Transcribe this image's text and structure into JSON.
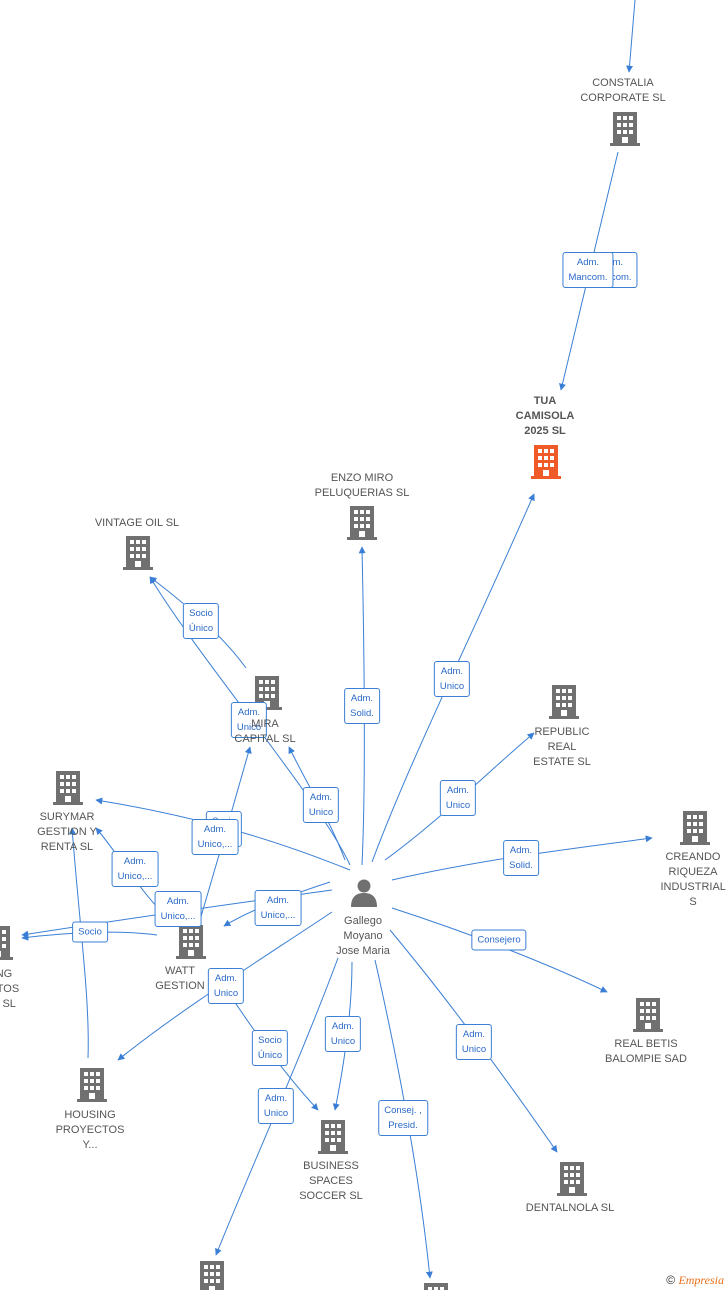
{
  "colors": {
    "edge": "#3a7fd5",
    "building": "#707070",
    "highlight": "#f05a28",
    "person": "#707070"
  },
  "person": {
    "name": "Gallego\nMoyano\nJose Maria",
    "icon": "person-icon"
  },
  "companies": [
    {
      "id": "constalia",
      "label": "CONSTALIA\nCORPORATE  SL",
      "icon": "building-icon"
    },
    {
      "id": "tua",
      "label": "TUA\nCAMISOLA\n2025  SL",
      "icon": "building-icon",
      "highlight": true
    },
    {
      "id": "enzo",
      "label": "ENZO MIRO\nPELUQUERIAS SL",
      "icon": "building-icon"
    },
    {
      "id": "vintage",
      "label": "VINTAGE OIL  SL",
      "icon": "building-icon"
    },
    {
      "id": "mira",
      "label": "MIRA\nCAPITAL  SL",
      "icon": "building-icon"
    },
    {
      "id": "republic",
      "label": "REPUBLIC\nREAL\nESTATE  SL",
      "icon": "building-icon"
    },
    {
      "id": "surymar",
      "label": "SURYMAR\nGESTION Y\nRENTA  SL",
      "icon": "building-icon"
    },
    {
      "id": "creando",
      "label": "CREANDO\nRIQUEZA\nINDUSTRIAL  S",
      "icon": "building-icon"
    },
    {
      "id": "ng",
      "label": "NG\nCTOS\nS SL",
      "icon": "building-icon"
    },
    {
      "id": "watt",
      "label": "WATT\nGESTION",
      "icon": "building-icon"
    },
    {
      "id": "betis",
      "label": "REAL BETIS\nBALOMPIE SAD",
      "icon": "building-icon"
    },
    {
      "id": "housing",
      "label": "HOUSING\nPROYECTOS\nY...",
      "icon": "building-icon"
    },
    {
      "id": "business",
      "label": "BUSINESS\nSPACES\nSOCCER  SL",
      "icon": "building-icon"
    },
    {
      "id": "dentalnola",
      "label": "DENTALNOLA SL",
      "icon": "building-icon"
    },
    {
      "id": "bottom1",
      "label": "",
      "icon": "building-icon"
    },
    {
      "id": "bottom2",
      "label": "",
      "icon": "building-icon"
    }
  ],
  "relations": [
    {
      "id": "e1",
      "label": "Adm.\nMancom."
    },
    {
      "id": "e2",
      "label": "Adm.\nMancom."
    },
    {
      "id": "e3",
      "label": "Adm.\nSolid."
    },
    {
      "id": "e4",
      "label": "Socio\nÚnico"
    },
    {
      "id": "e5",
      "label": "Adm.\nUnico"
    },
    {
      "id": "e6",
      "label": "Adm.\nUnico"
    },
    {
      "id": "e7",
      "label": "Adm.\nUnico"
    },
    {
      "id": "e8",
      "label": "Adm.\nSolid."
    },
    {
      "id": "e9",
      "label": "Adm.\nUnico"
    },
    {
      "id": "e10",
      "label": "Socio\nÚnico"
    },
    {
      "id": "e11",
      "label": "Adm.\nUnico,..."
    },
    {
      "id": "e12",
      "label": "Adm.\nUnico,..."
    },
    {
      "id": "e13",
      "label": "Adm.\nUnico,..."
    },
    {
      "id": "e14",
      "label": "Socio"
    },
    {
      "id": "e15",
      "label": "Adm.\nUnico,..."
    },
    {
      "id": "e16",
      "label": "Adm.\nUnico"
    },
    {
      "id": "e17",
      "label": "Consejero"
    },
    {
      "id": "e18",
      "label": "Socio\nÚnico"
    },
    {
      "id": "e19",
      "label": "Adm.\nUnico"
    },
    {
      "id": "e20",
      "label": "Adm.\nUnico"
    },
    {
      "id": "e21",
      "label": "Adm.\nUnico"
    },
    {
      "id": "e22",
      "label": "Consej. ,\nPresid."
    }
  ],
  "watermark": {
    "copyright": "©",
    "brand": "Empresia"
  }
}
